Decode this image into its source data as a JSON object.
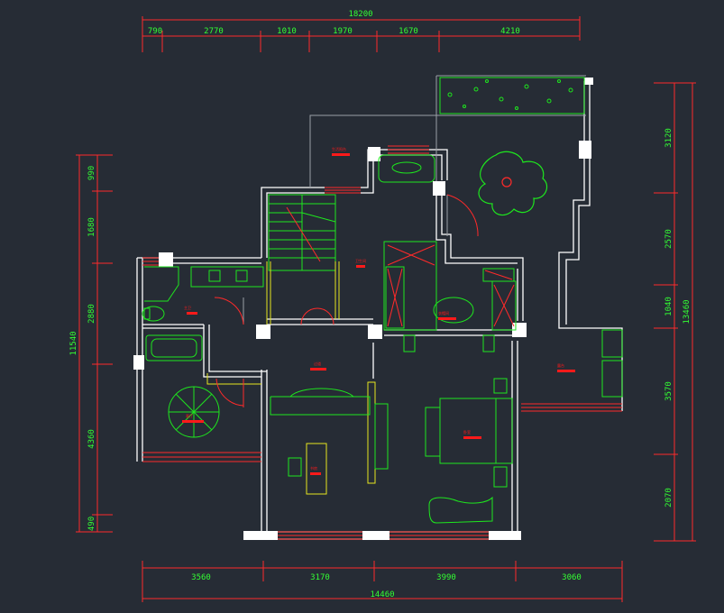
{
  "colors": {
    "background": "#262c35",
    "wall": "#ffffff",
    "dimension": "#ff2a2a",
    "dim_text": "#33ff33",
    "furniture": "#1ee61e",
    "door": "#ff2a2a",
    "yellow": "#e6e61e",
    "grey": "#9aa0a6",
    "label": "#ff1a1a"
  },
  "dimensions": {
    "top_total": "18200",
    "top_segments": [
      "790",
      "2770",
      "1010",
      "1970",
      "1670",
      "4210"
    ],
    "bottom_total": "14460",
    "bottom_segments": [
      "3560",
      "3170",
      "3990",
      "3060"
    ],
    "left_total": "11540",
    "left_segments": [
      "990",
      "1680",
      "2880",
      "4360",
      "490"
    ],
    "right_total": "13460",
    "right_segments": [
      "3120",
      "2570",
      "1040",
      "3570",
      "2070"
    ]
  },
  "room_labels": [
    "生活阳台",
    "主卫",
    "卫生间",
    "过道",
    "衣帽间",
    "书房",
    "卧室",
    "露台",
    "客厅"
  ]
}
